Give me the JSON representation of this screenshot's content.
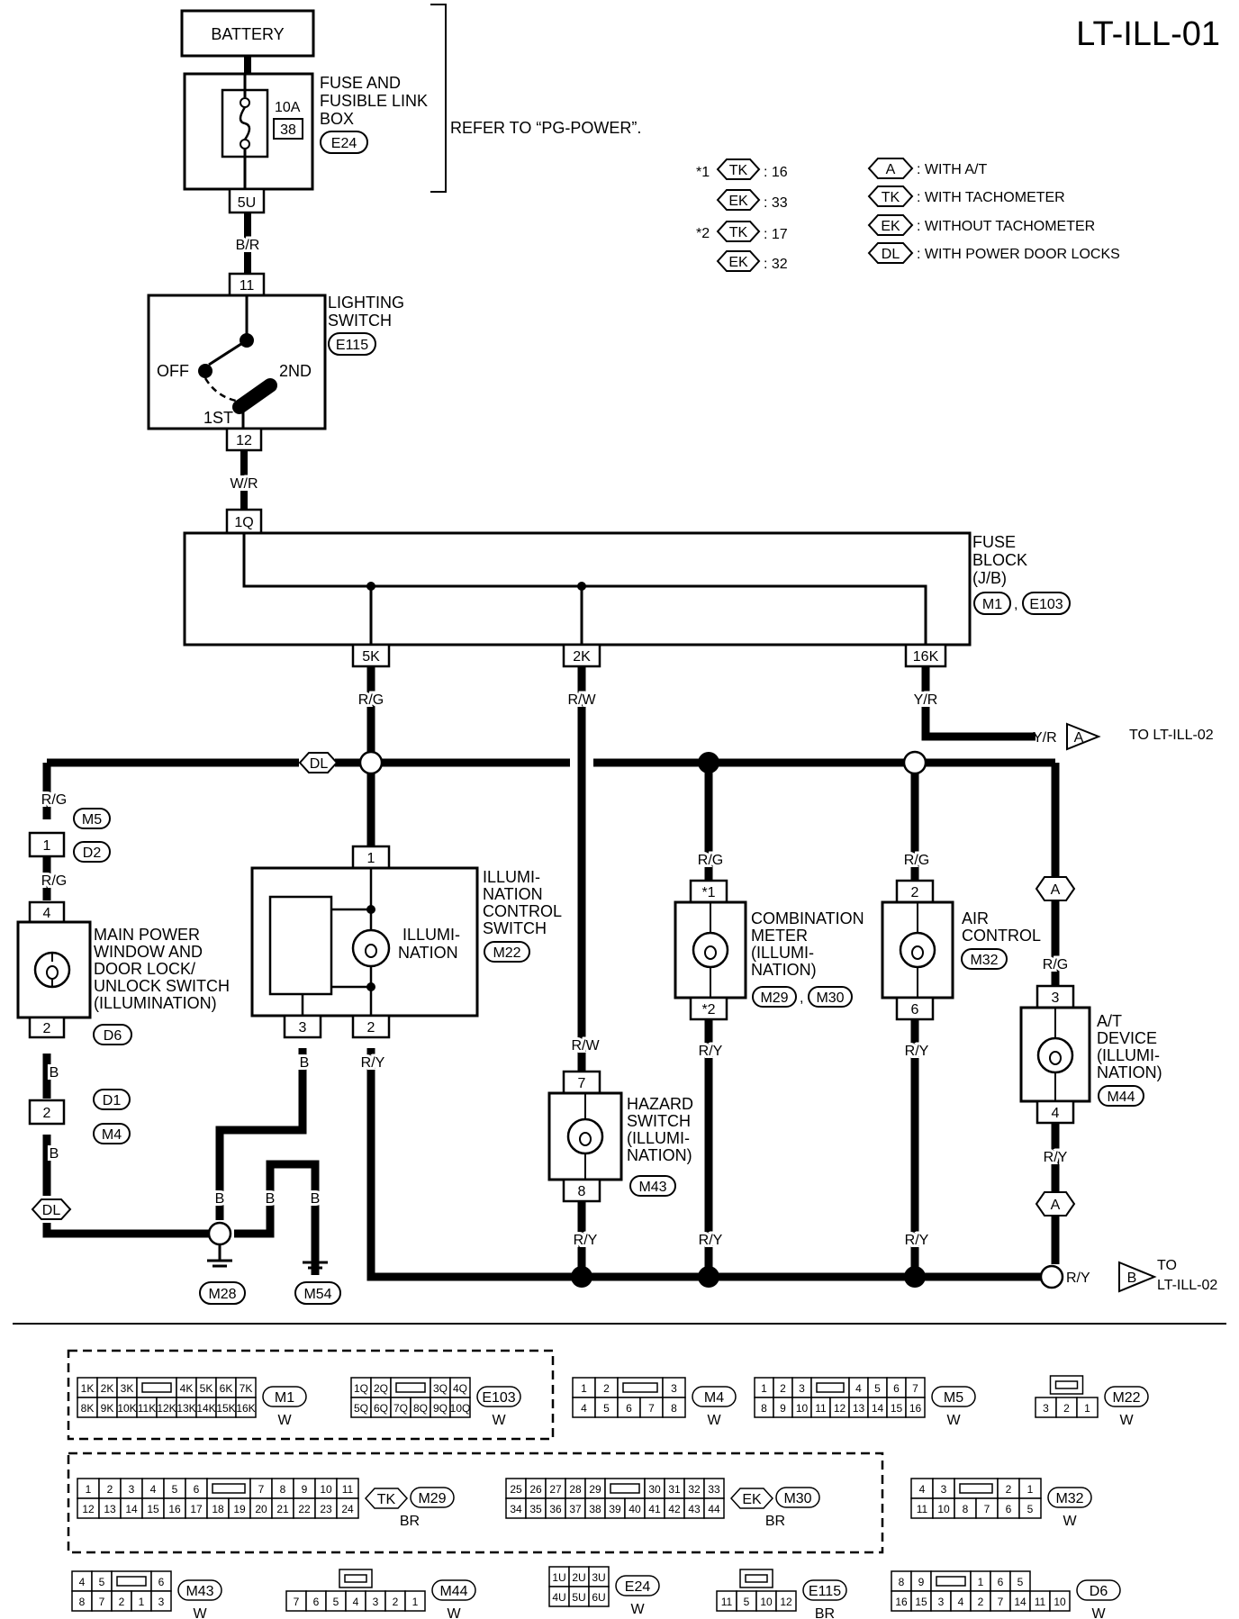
{
  "page_title": "LT-ILL-01",
  "battery": {
    "label": "BATTERY"
  },
  "fuse_box": {
    "lines": [
      "FUSE AND",
      "FUSIBLE LINK",
      "BOX"
    ],
    "rating": "10A",
    "fuse_no": "38",
    "connector": "E24",
    "terminal": "5U"
  },
  "refer": "REFER TO “PG-POWER”.",
  "wires": {
    "b_r": "B/R",
    "w_r": "W/R",
    "r_g": "R/G",
    "r_w": "R/W",
    "y_r": "Y/R",
    "r_y": "R/Y",
    "b": "B"
  },
  "lighting_switch": {
    "lines": [
      "LIGHTING",
      "SWITCH"
    ],
    "connector": "E115",
    "pin_in": "11",
    "pin_out": "12",
    "off": "OFF",
    "first": "1ST",
    "second": "2ND"
  },
  "fuse_block": {
    "lines": [
      "FUSE",
      "BLOCK",
      "(J/B)"
    ],
    "conn1": "M1",
    "conn2": "E103",
    "pin_in": "1Q",
    "out1": "5K",
    "out2": "2K",
    "out3": "16K"
  },
  "notes": {
    "n1_mark": "*1",
    "n1_tk": "TK",
    "n1_tk_val": ": 16",
    "n1_ek": "EK",
    "n1_ek_val": ": 33",
    "n2_mark": "*2",
    "n2_tk": "TK",
    "n2_tk_val": ": 17",
    "n2_ek": "EK",
    "n2_ek_val": ": 32"
  },
  "legend": [
    {
      "code": "A",
      "text": ": WITH A/T"
    },
    {
      "code": "TK",
      "text": ": WITH TACHOMETER"
    },
    {
      "code": "EK",
      "text": ": WITHOUT TACHOMETER"
    },
    {
      "code": "DL",
      "text": ": WITH POWER DOOR LOCKS"
    }
  ],
  "to_a": {
    "wire": "Y/R",
    "code": "A",
    "text": "TO LT-ILL-02"
  },
  "to_b": {
    "wire": "R/Y",
    "code": "B",
    "text1": "TO",
    "text2": "LT-ILL-02"
  },
  "main_power": {
    "lines": [
      "MAIN POWER",
      "WINDOW AND",
      "DOOR LOCK/",
      "UNLOCK SWITCH",
      "(ILLUMINATION)"
    ],
    "conn": "D6",
    "pin_top": "4",
    "pin_bot": "2",
    "m5": "M5",
    "d2": "D2",
    "d2_pin": "1",
    "d1": "D1",
    "m4": "M4",
    "d1_pin": "2",
    "dl": "DL"
  },
  "illum_switch": {
    "lines": [
      "ILLUMI-",
      "NATION",
      "CONTROL",
      "SWITCH"
    ],
    "conn": "M22",
    "inner": [
      "ILLUMI-",
      "NATION"
    ],
    "pin1": "1",
    "pin3": "3",
    "pin2": "2"
  },
  "hazard": {
    "lines": [
      "HAZARD",
      "SWITCH",
      "(ILLUMI-",
      "NATION)"
    ],
    "conn": "M43",
    "pin_top": "7",
    "pin_bot": "8"
  },
  "combi": {
    "lines": [
      "COMBINATION",
      "METER",
      "(ILLUMI-",
      "NATION)"
    ],
    "conn1": "M29",
    "conn2": "M30",
    "pin_top": "*1",
    "pin_bot": "*2"
  },
  "air": {
    "lines": [
      "AIR",
      "CONTROL"
    ],
    "conn": "M32",
    "pin_top": "2",
    "pin_bot": "6"
  },
  "at_device": {
    "lines": [
      "A/T",
      "DEVICE",
      "(ILLUMI-",
      "NATION)"
    ],
    "conn": "M44",
    "pin_top": "3",
    "pin_bot": "4",
    "a": "A"
  },
  "grounds": {
    "g1": "M28",
    "g2": "M54"
  },
  "connectors": {
    "m1": {
      "id": "M1",
      "color": "W",
      "top": [
        "1K",
        "2K",
        "3K",
        "",
        "4K",
        "5K",
        "6K",
        "7K"
      ],
      "bottom": [
        "8K",
        "9K",
        "10K",
        "11K",
        "12K",
        "13K",
        "14K",
        "15K",
        "16K"
      ]
    },
    "e103": {
      "id": "E103",
      "color": "W",
      "top": [
        "1Q",
        "2Q",
        "",
        "3Q",
        "4Q"
      ],
      "bottom": [
        "5Q",
        "6Q",
        "7Q",
        "8Q",
        "9Q",
        "10Q"
      ]
    },
    "m4": {
      "id": "M4",
      "color": "W",
      "top": [
        "1",
        "2",
        "",
        "3"
      ],
      "bottom": [
        "4",
        "5",
        "6",
        "7",
        "8"
      ]
    },
    "m5": {
      "id": "M5",
      "color": "W",
      "top": [
        "1",
        "2",
        "3",
        "",
        "4",
        "5",
        "6",
        "7"
      ],
      "bottom": [
        "8",
        "9",
        "10",
        "11",
        "12",
        "13",
        "14",
        "15",
        "16"
      ]
    },
    "m22": {
      "id": "M22",
      "color": "W",
      "bottom": [
        "3",
        "2",
        "1"
      ]
    },
    "m29": {
      "id": "M29",
      "color": "BR",
      "tag": "TK",
      "top": [
        "1",
        "2",
        "3",
        "4",
        "5",
        "6",
        "",
        "7",
        "8",
        "9",
        "10",
        "11"
      ],
      "bottom": [
        "12",
        "13",
        "14",
        "15",
        "16",
        "17",
        "18",
        "19",
        "20",
        "21",
        "22",
        "23",
        "24"
      ]
    },
    "m30": {
      "id": "M30",
      "color": "BR",
      "tag": "EK",
      "top": [
        "25",
        "26",
        "27",
        "28",
        "29",
        "",
        "30",
        "31",
        "32",
        "33"
      ],
      "bottom": [
        "34",
        "35",
        "36",
        "37",
        "38",
        "39",
        "40",
        "41",
        "42",
        "43",
        "44"
      ]
    },
    "m32": {
      "id": "M32",
      "color": "W",
      "top": [
        "4",
        "3",
        "",
        "2",
        "1"
      ],
      "bottom": [
        "11",
        "10",
        "8",
        "7",
        "6",
        "5"
      ]
    },
    "m43": {
      "id": "M43",
      "color": "W",
      "top": [
        "4",
        "5",
        "",
        "6"
      ],
      "bottom": [
        "8",
        "7",
        "2",
        "1",
        "3"
      ]
    },
    "m44": {
      "id": "M44",
      "color": "W",
      "bottom": [
        "7",
        "6",
        "5",
        "4",
        "3",
        "2",
        "1"
      ]
    },
    "e24": {
      "id": "E24",
      "color": "W",
      "top": [
        "1U",
        "2U",
        "3U"
      ],
      "bottom": [
        "4U",
        "5U",
        "6U"
      ]
    },
    "e115": {
      "id": "E115",
      "color": "BR",
      "bottom": [
        "11",
        "5",
        "10",
        "12"
      ]
    },
    "d6": {
      "id": "D6",
      "color": "W",
      "top": [
        "8",
        "9",
        "",
        "1",
        "6",
        "5"
      ],
      "bottom": [
        "16",
        "15",
        "3",
        "4",
        "2",
        "7",
        "14",
        "11",
        "10"
      ]
    }
  }
}
